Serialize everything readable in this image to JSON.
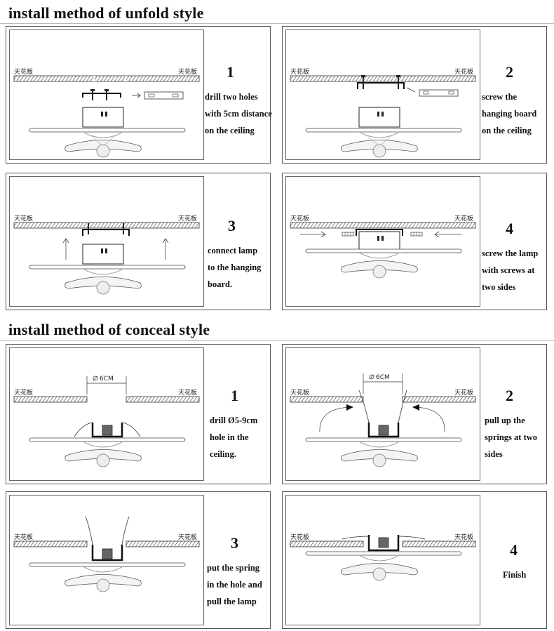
{
  "sections": {
    "unfold": {
      "title": "install method of unfold style"
    },
    "conceal": {
      "title": "install method of conceal style"
    }
  },
  "ceiling_label": "天花板",
  "hole_label": "6CM",
  "unfold_steps": [
    {
      "num": "1",
      "lines": [
        "drill two holes",
        "with 5cm distance",
        "on the ceiling"
      ]
    },
    {
      "num": "2",
      "lines": [
        "screw the",
        "hanging board",
        "on the ceiling"
      ]
    },
    {
      "num": "3",
      "lines": [
        "connect lamp",
        "to the hanging",
        "board."
      ]
    },
    {
      "num": "4",
      "lines": [
        "screw the lamp",
        "with screws at",
        "two sides"
      ]
    }
  ],
  "conceal_steps": [
    {
      "num": "1",
      "lines": [
        "drill Ø5-9cm",
        "hole in the",
        "ceiling."
      ]
    },
    {
      "num": "2",
      "lines": [
        "pull up the",
        "springs at two",
        "sides"
      ]
    },
    {
      "num": "3",
      "lines": [
        "put the spring",
        "in the hole and",
        "pull the lamp"
      ]
    },
    {
      "num": "4",
      "lines": [
        "Finish"
      ]
    }
  ]
}
